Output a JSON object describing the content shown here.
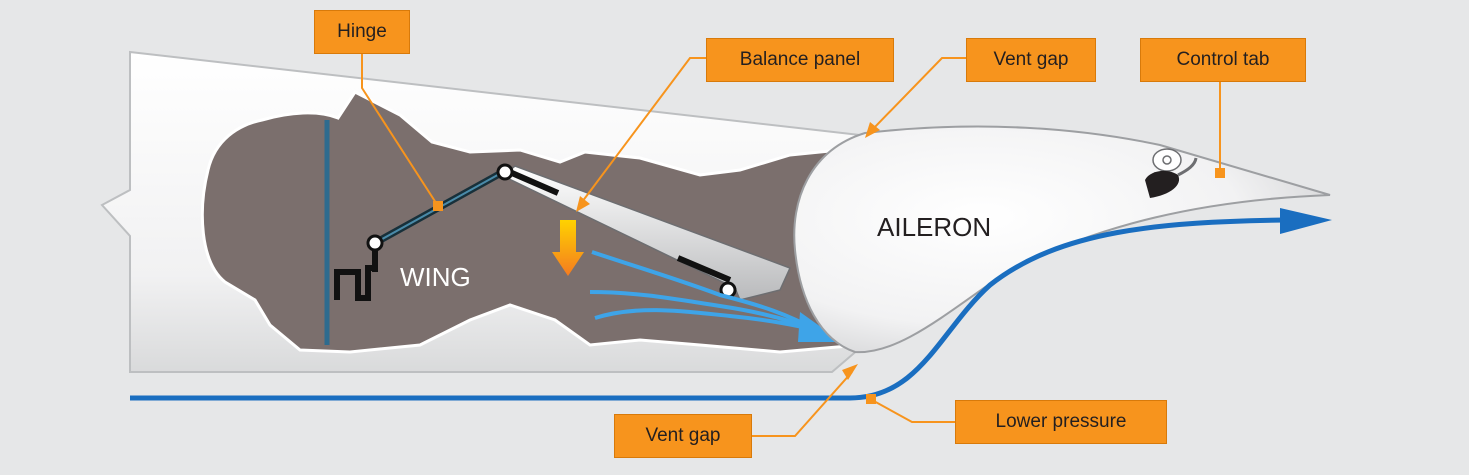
{
  "diagram": {
    "labels": {
      "wing": "WING",
      "aileron": "AILERON"
    },
    "callouts": {
      "hinge": "Hinge",
      "balance_panel": "Balance panel",
      "vent_gap_top": "Vent gap",
      "control_tab": "Control tab",
      "vent_gap_bottom": "Vent gap",
      "lower_pressure": "Lower pressure"
    },
    "colors": {
      "background": "#e6e7e8",
      "callout_fill": "#f7941d",
      "leader_line": "#f7941d",
      "airflow": "#1a6ec0",
      "airflow_light": "#3ea4e8",
      "wing_cavity": "#7b6f6d",
      "wing_skin": "#f4f4f4"
    }
  }
}
